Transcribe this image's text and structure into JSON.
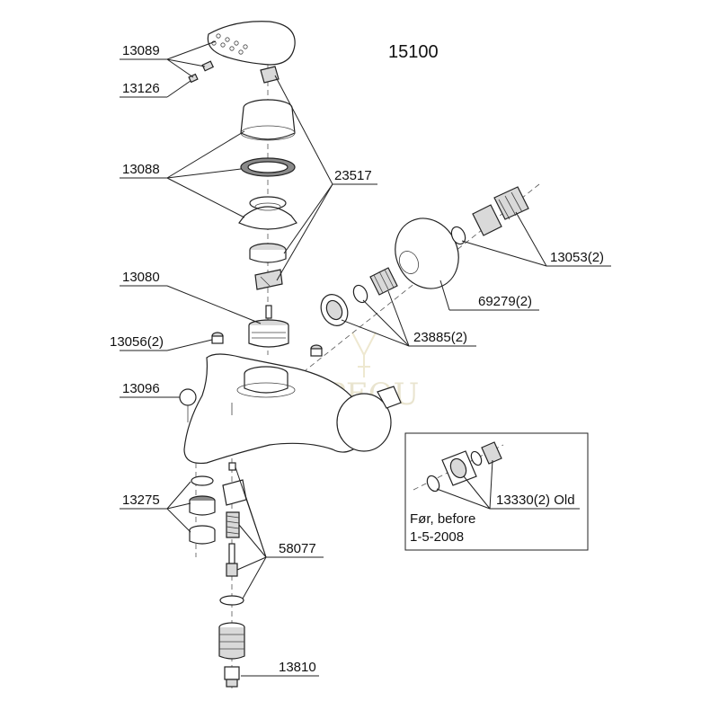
{
  "diagram": {
    "title": "15100",
    "labels": {
      "p13089": "13089",
      "p13126": "13126",
      "p13088": "13088",
      "p23517": "23517",
      "p13053": "13053(2)",
      "p69279": "69279(2)",
      "p13080": "13080",
      "p13056": "13056(2)",
      "p23885": "23885(2)",
      "p13096": "13096",
      "p13275": "13275",
      "p58077": "58077",
      "p13810": "13810"
    },
    "inset": {
      "part_label": "13330(2) Old",
      "note_line1": "Før, before",
      "note_line2": "1-5-2008"
    },
    "watermark": "PEQU"
  }
}
